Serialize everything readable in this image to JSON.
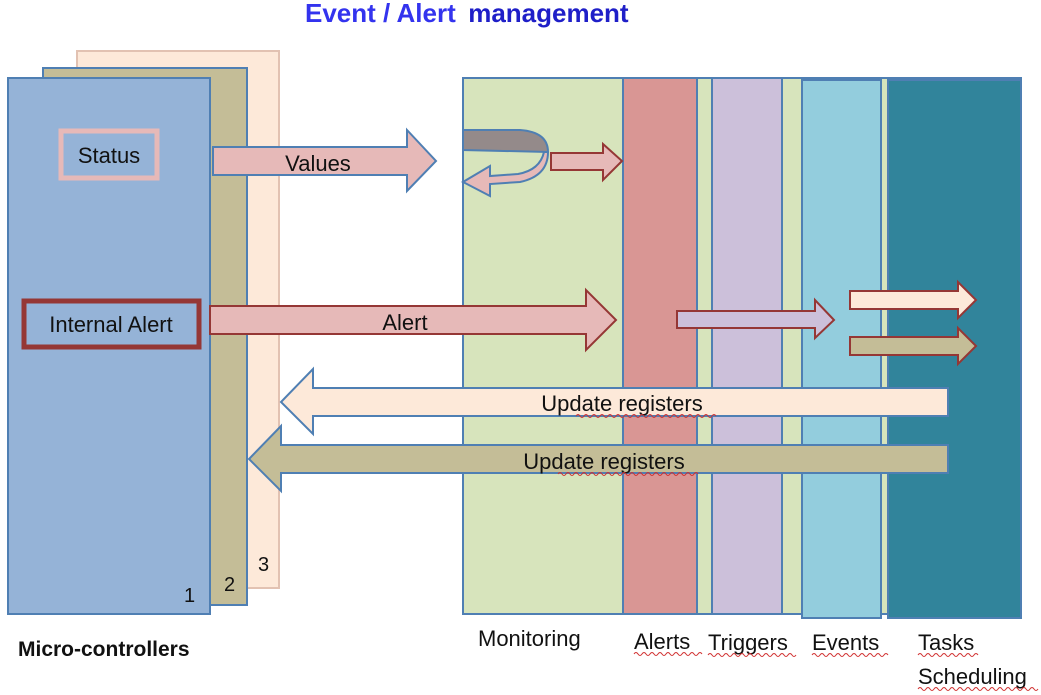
{
  "title": {
    "part1": "Event / Alert",
    "part2": "management"
  },
  "micro": {
    "caption": "Micro-controllers",
    "status_label": "Status",
    "internal_alert_label": "Internal Alert",
    "card_numbers": [
      "1",
      "2",
      "3"
    ]
  },
  "arrows": {
    "values": "Values",
    "alert": "Alert",
    "update_registers_1": "Update registers",
    "update_registers_2": "Update registers"
  },
  "columns": {
    "monitoring": "Monitoring",
    "alerts": "Alerts",
    "triggers": "Triggers",
    "events": "Events",
    "tasks_line1": "Tasks",
    "tasks_line2": "Scheduling"
  },
  "colors": {
    "card1": "#95b3d7",
    "card2": "#c4bd97",
    "card3": "#fde9d9",
    "monitoring": "#d7e4bc",
    "alerts": "#d99694",
    "triggers": "#ccc0da",
    "events": "#93cddd",
    "tasks": "#31849b",
    "arrow_pink": "#e6b9b8",
    "arrow_khaki": "#c4bd97",
    "arrow_peach": "#fde9d9"
  }
}
